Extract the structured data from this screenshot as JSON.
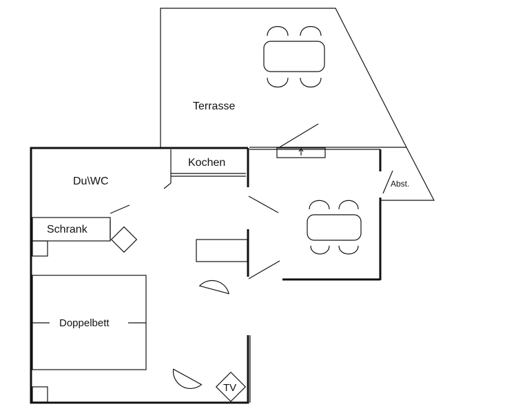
{
  "rooms": {
    "terrasse": "Terrasse",
    "kochen": "Kochen",
    "duwc": "Du\\WC",
    "abst": "Abst.",
    "schrank": "Schrank",
    "doppelbett": "Doppelbett",
    "tv": "TV"
  }
}
